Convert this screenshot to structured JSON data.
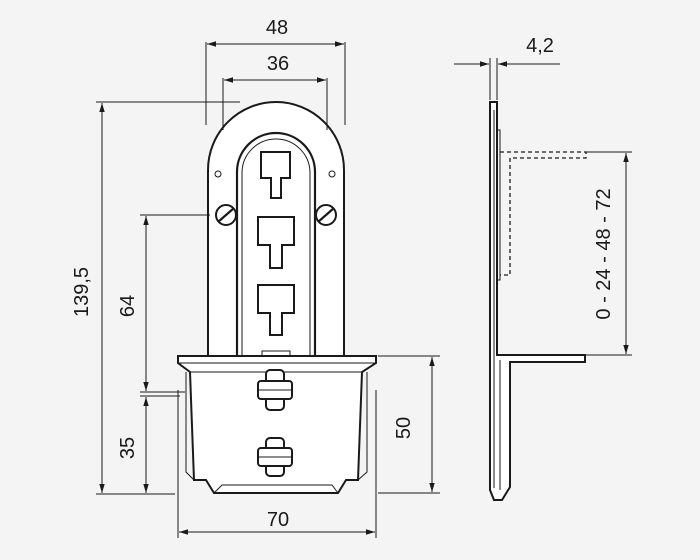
{
  "dimensions": {
    "width_outer": "48",
    "width_inner": "36",
    "thickness": "4,2",
    "height_total": "139,5",
    "height_mid": "64",
    "height_low": "35",
    "height_box": "50",
    "width_base": "70",
    "positions": "0 - 24 - 48 - 72"
  },
  "colors": {
    "line": "#1a1a1a",
    "background": "#f4f4f4",
    "part": "#ffffff"
  }
}
